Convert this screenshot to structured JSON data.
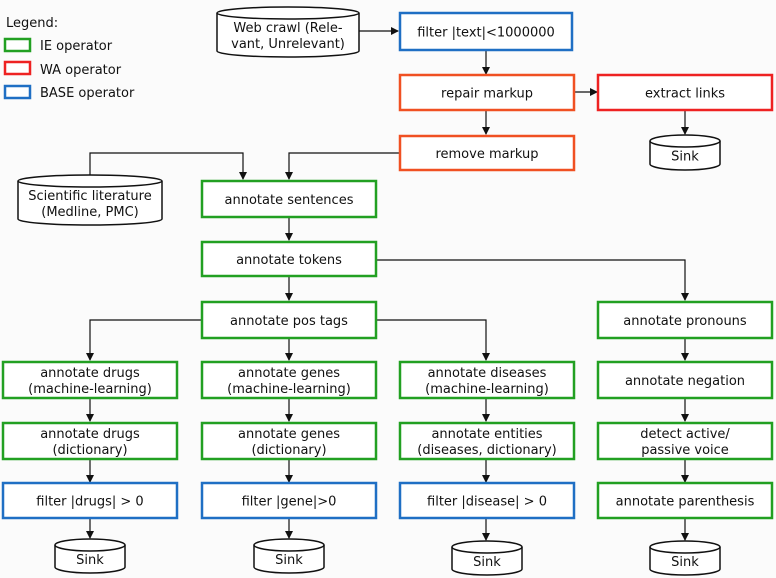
{
  "legend": {
    "title": "Legend:",
    "items": [
      {
        "key": "ie",
        "label": "IE operator",
        "color": "#22a022"
      },
      {
        "key": "wa",
        "label": "WA operator",
        "color": "#ee2222"
      },
      {
        "key": "base",
        "label": "BASE operator",
        "color": "#1f6fc4"
      }
    ]
  },
  "colors": {
    "ie": "#22a022",
    "wa": "#ee2222",
    "base": "#1f6fc4",
    "wa_orange": "#f05022",
    "line": "#111111"
  },
  "nodes": {
    "web_crawl": {
      "lines": [
        "Web crawl (Rele-",
        "vant, Unrelevant)"
      ],
      "shape": "cylinder"
    },
    "filter_text": {
      "lines": [
        "filter |text|<1000000"
      ],
      "kind": "base"
    },
    "repair_markup": {
      "lines": [
        "repair markup"
      ],
      "kind": "wa_orange"
    },
    "extract_links": {
      "lines": [
        "extract links"
      ],
      "kind": "wa"
    },
    "sink_links": {
      "lines": [
        "Sink"
      ],
      "shape": "cylinder"
    },
    "remove_markup": {
      "lines": [
        "remove markup"
      ],
      "kind": "wa_orange"
    },
    "sci_lit": {
      "lines": [
        "Scientific literature",
        "(Medline, PMC)"
      ],
      "shape": "cylinder"
    },
    "annotate_sentences": {
      "lines": [
        "annotate sentences"
      ],
      "kind": "ie"
    },
    "annotate_tokens": {
      "lines": [
        "annotate tokens"
      ],
      "kind": "ie"
    },
    "annotate_pos": {
      "lines": [
        "annotate pos tags"
      ],
      "kind": "ie"
    },
    "annotate_pronouns": {
      "lines": [
        "annotate pronouns"
      ],
      "kind": "ie"
    },
    "drugs_ml": {
      "lines": [
        "annotate drugs",
        "(machine-learning)"
      ],
      "kind": "ie"
    },
    "genes_ml": {
      "lines": [
        "annotate genes",
        "(machine-learning)"
      ],
      "kind": "ie"
    },
    "diseases_ml": {
      "lines": [
        "annotate diseases",
        "(machine-learning)"
      ],
      "kind": "ie"
    },
    "negation": {
      "lines": [
        "annotate negation"
      ],
      "kind": "ie"
    },
    "drugs_dict": {
      "lines": [
        "annotate drugs",
        "(dictionary)"
      ],
      "kind": "ie"
    },
    "genes_dict": {
      "lines": [
        "annotate genes",
        "(dictionary)"
      ],
      "kind": "ie"
    },
    "entities_dict": {
      "lines": [
        "annotate entities",
        "(diseases, dictionary)"
      ],
      "kind": "ie"
    },
    "active_passive": {
      "lines": [
        "detect active/",
        "passive voice"
      ],
      "kind": "ie"
    },
    "filter_drugs": {
      "lines": [
        "filter |drugs| > 0"
      ],
      "kind": "base"
    },
    "filter_gene": {
      "lines": [
        "filter |gene|>0"
      ],
      "kind": "base"
    },
    "filter_disease": {
      "lines": [
        "filter |disease| > 0"
      ],
      "kind": "base"
    },
    "parenthesis": {
      "lines": [
        "annotate parenthesis"
      ],
      "kind": "ie"
    },
    "sink_drugs": {
      "lines": [
        "Sink"
      ],
      "shape": "cylinder"
    },
    "sink_genes": {
      "lines": [
        "Sink"
      ],
      "shape": "cylinder"
    },
    "sink_disease": {
      "lines": [
        "Sink"
      ],
      "shape": "cylinder"
    },
    "sink_voice": {
      "lines": [
        "Sink"
      ],
      "shape": "cylinder"
    }
  }
}
